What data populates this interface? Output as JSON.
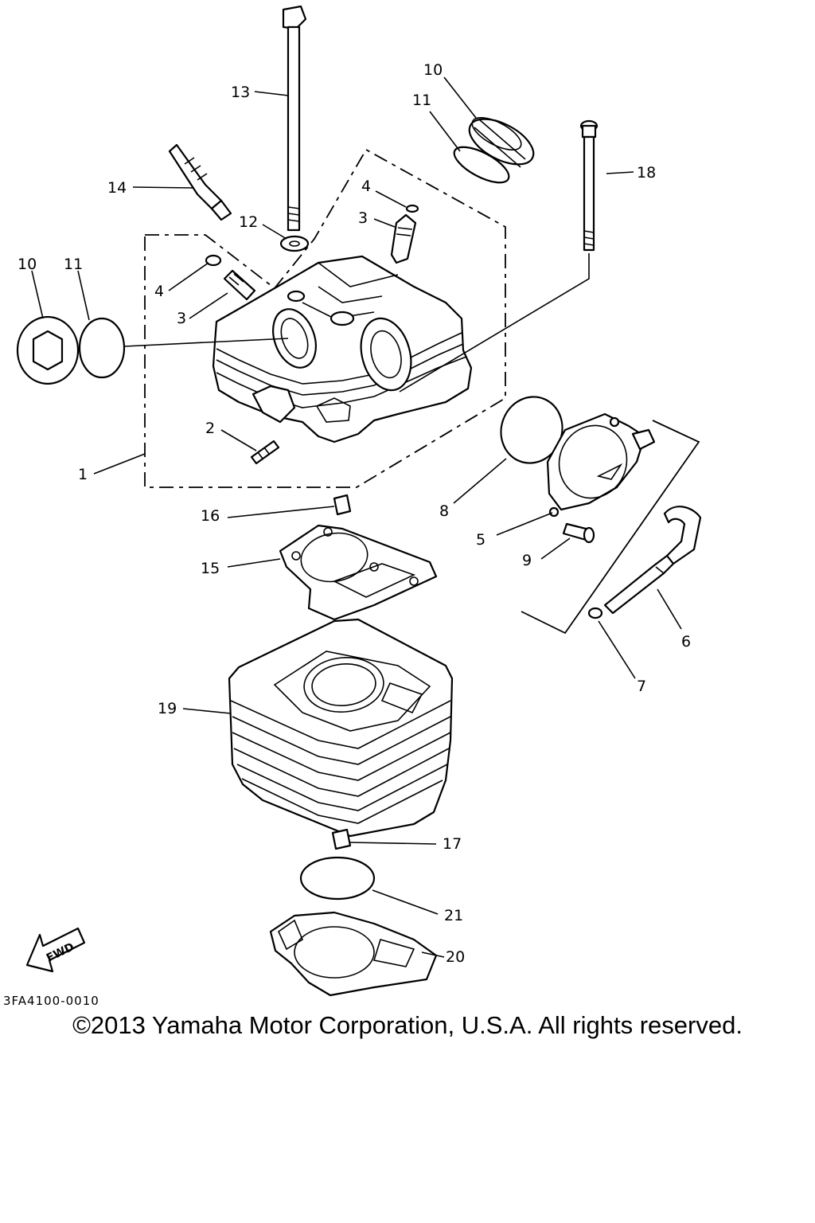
{
  "diagram": {
    "callouts": {
      "c1": "1",
      "c2": "2",
      "c3a": "3",
      "c3b": "3",
      "c4a": "4",
      "c4b": "4",
      "c5": "5",
      "c6": "6",
      "c7": "7",
      "c8": "8",
      "c9": "9",
      "c10a": "10",
      "c10b": "10",
      "c11a": "11",
      "c11b": "11",
      "c12": "12",
      "c13": "13",
      "c14": "14",
      "c15": "15",
      "c16": "16",
      "c17": "17",
      "c18": "18",
      "c19": "19",
      "c20": "20",
      "c21": "21"
    },
    "fwd_label": "FWD",
    "drawing_code": "3FA4100-0010"
  },
  "footer": {
    "copyright": "©2013 Yamaha Motor Corporation, U.S.A. All rights reserved."
  }
}
